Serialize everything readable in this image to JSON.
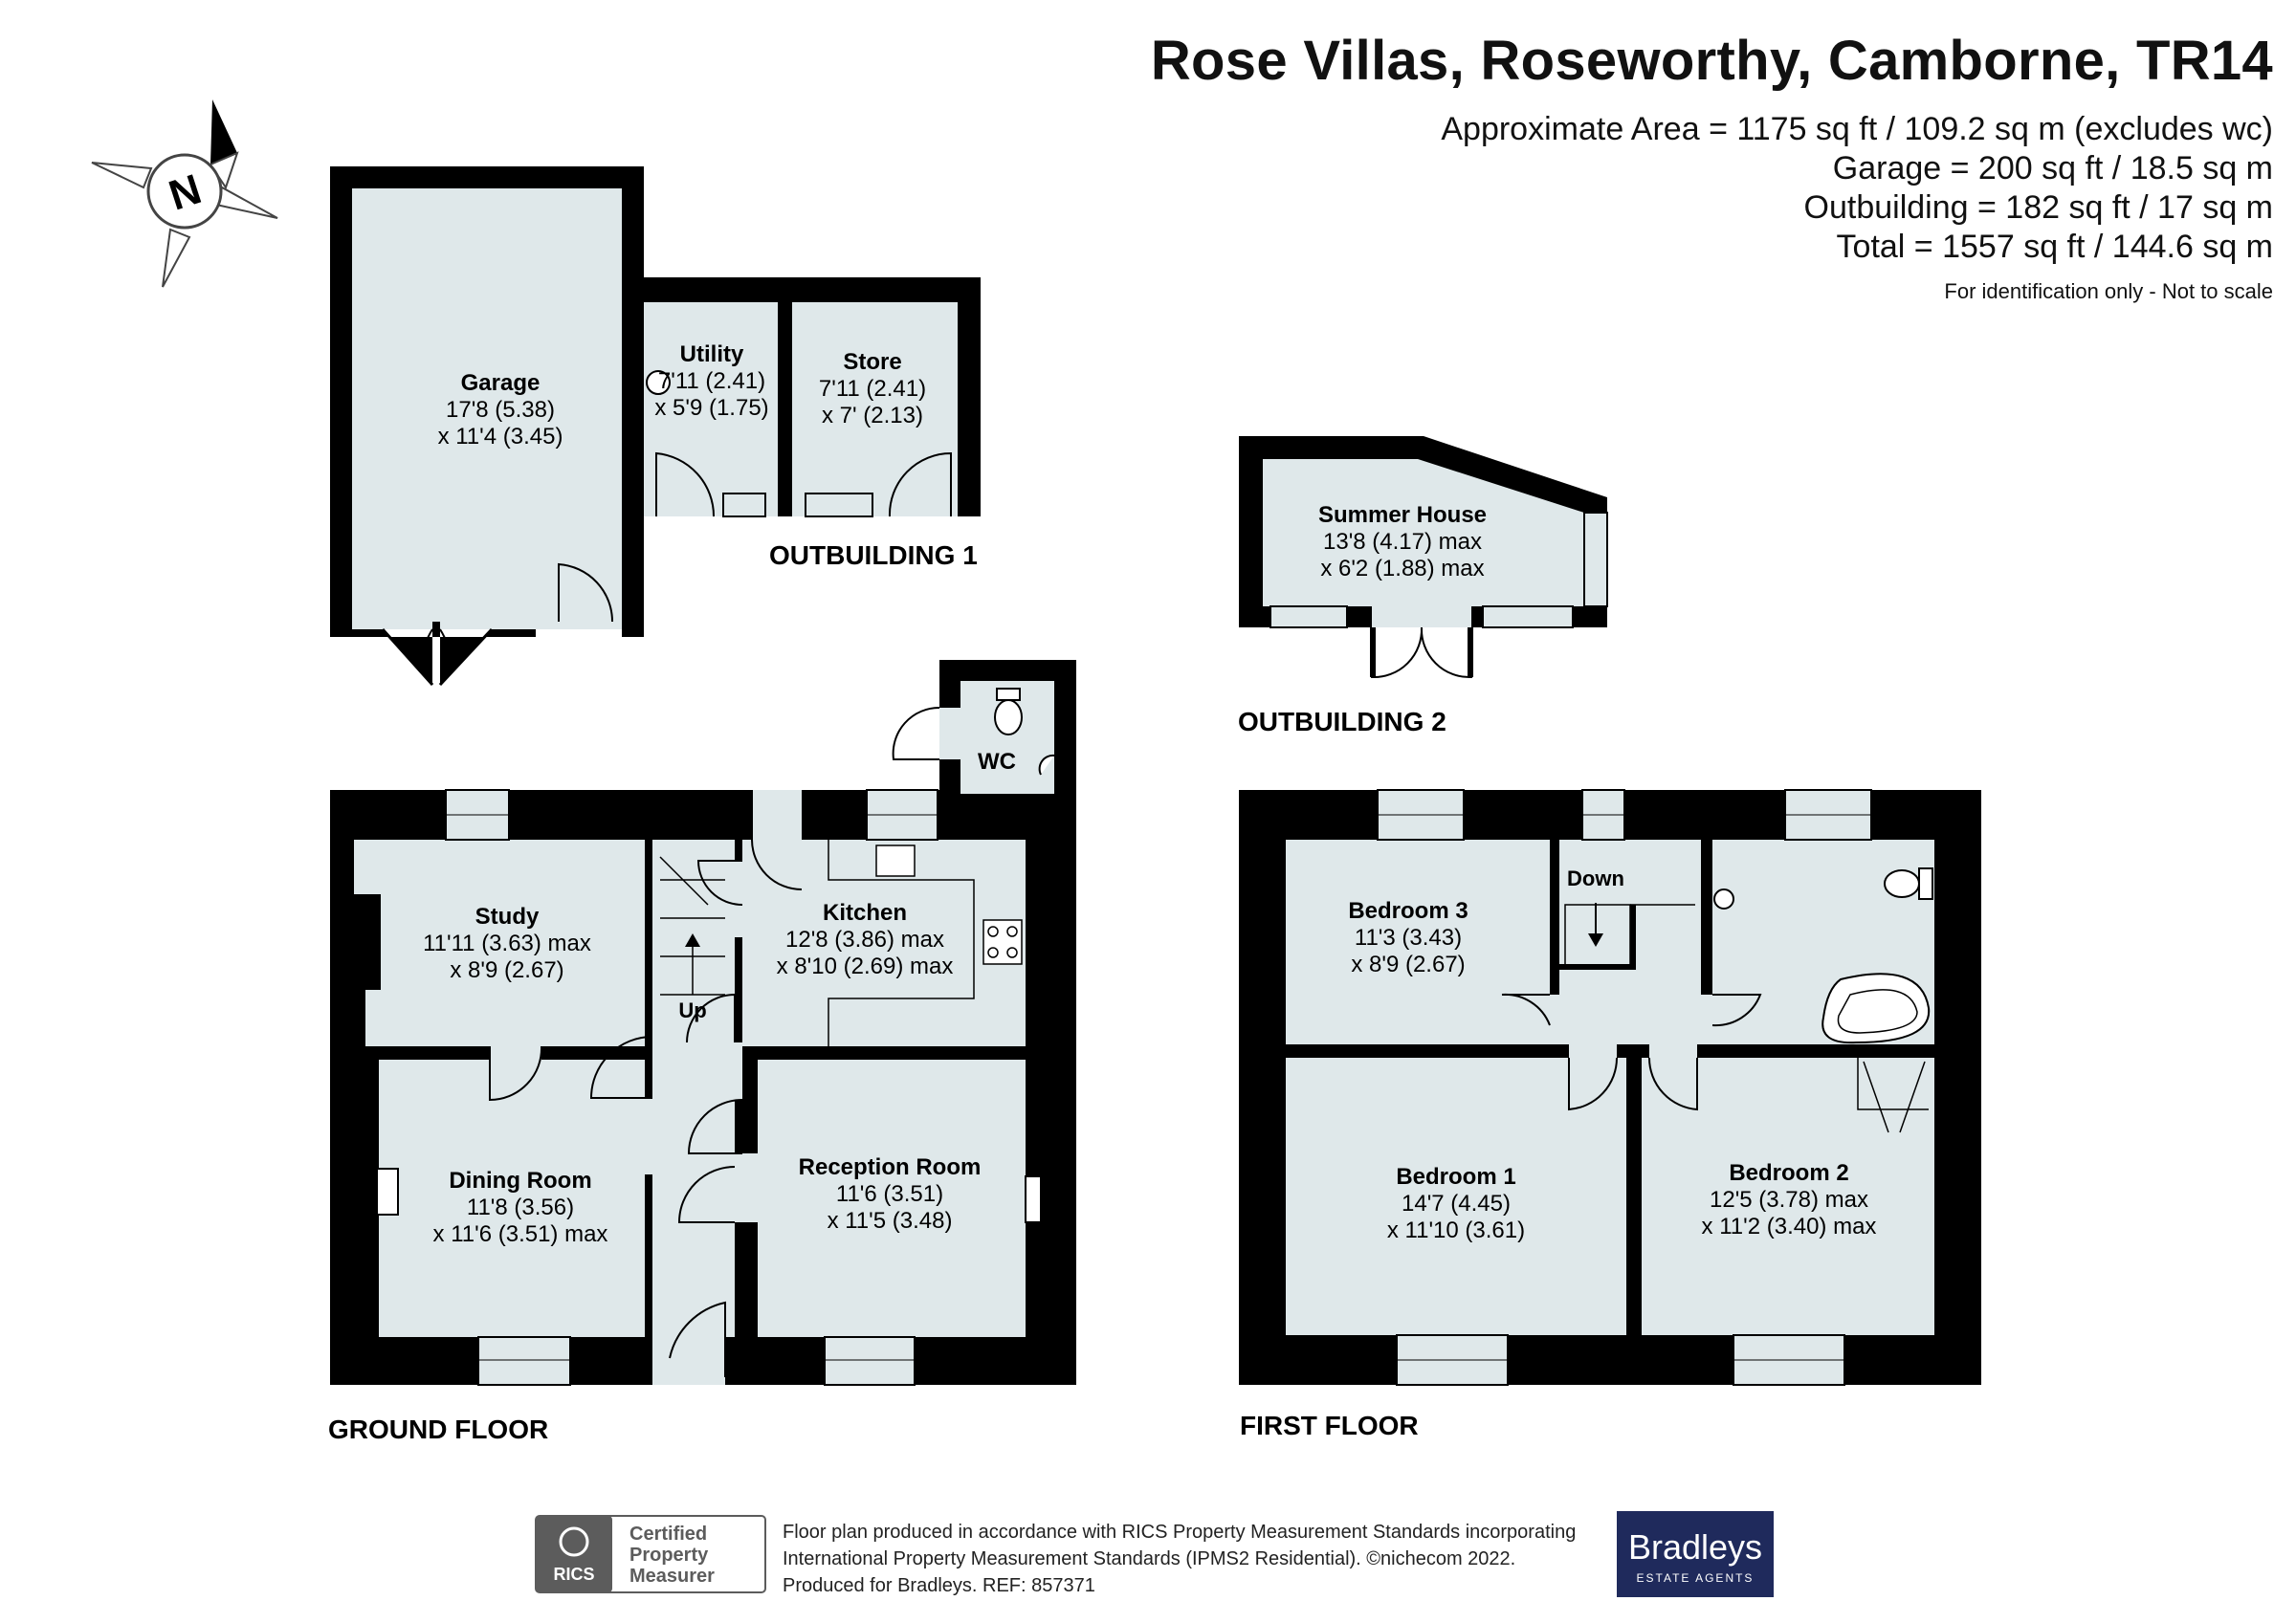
{
  "header": {
    "title": "Rose Villas, Roseworthy, Camborne, TR14",
    "areas": [
      "Approximate Area = 1175 sq ft / 109.2 sq m (excludes wc)",
      "Garage = 200 sq ft / 18.5 sq m",
      "Outbuilding = 182 sq ft / 17 sq m",
      "Total = 1557 sq ft / 144.6 sq m"
    ],
    "disclaimer": "For identification only - Not to scale"
  },
  "compass": {
    "label": "N"
  },
  "sections": {
    "outbuilding1": "OUTBUILDING 1",
    "outbuilding2": "OUTBUILDING 2",
    "ground_floor": "GROUND FLOOR",
    "first_floor": "FIRST FLOOR"
  },
  "rooms": {
    "garage": {
      "name": "Garage",
      "dim1": "17'8 (5.38)",
      "dim2": "x 11'4 (3.45)"
    },
    "utility": {
      "name": "Utility",
      "dim1": "7'11 (2.41)",
      "dim2": "x 5'9 (1.75)"
    },
    "store": {
      "name": "Store",
      "dim1": "7'11 (2.41)",
      "dim2": "x 7' (2.13)"
    },
    "summer_house": {
      "name": "Summer House",
      "dim1": "13'8 (4.17) max",
      "dim2": "x 6'2 (1.88) max"
    },
    "wc": {
      "name": "WC"
    },
    "study": {
      "name": "Study",
      "dim1": "11'11 (3.63) max",
      "dim2": "x 8'9 (2.67)"
    },
    "kitchen": {
      "name": "Kitchen",
      "dim1": "12'8 (3.86) max",
      "dim2": "x 8'10 (2.69) max"
    },
    "dining": {
      "name": "Dining Room",
      "dim1": "11'8 (3.56)",
      "dim2": "x 11'6 (3.51) max"
    },
    "reception": {
      "name": "Reception Room",
      "dim1": "11'6 (3.51)",
      "dim2": "x 11'5 (3.48)"
    },
    "bedroom3": {
      "name": "Bedroom 3",
      "dim1": "11'3 (3.43)",
      "dim2": "x 8'9 (2.67)"
    },
    "bedroom1": {
      "name": "Bedroom 1",
      "dim1": "14'7 (4.45)",
      "dim2": "x 11'10 (3.61)"
    },
    "bedroom2": {
      "name": "Bedroom 2",
      "dim1": "12'5 (3.78) max",
      "dim2": "x 11'2 (3.40) max"
    }
  },
  "stairs": {
    "up": "Up",
    "down": "Down"
  },
  "footer": {
    "rics_label": "RICS",
    "certified_lines": [
      "Certified",
      "Property",
      "Measurer"
    ],
    "text_lines": [
      "Floor plan produced in accordance with RICS Property Measurement Standards incorporating",
      "International Property Measurement Standards (IPMS2 Residential).   ©nichecom 2022.",
      "Produced for Bradleys.   REF:  857371"
    ],
    "agent_name": "Bradleys",
    "agent_sub": "ESTATE AGENTS"
  },
  "colors": {
    "wall": "#000000",
    "floor": "#dfe8ea",
    "agent": "#1f2a5c",
    "rics": "#5c5c5c"
  }
}
